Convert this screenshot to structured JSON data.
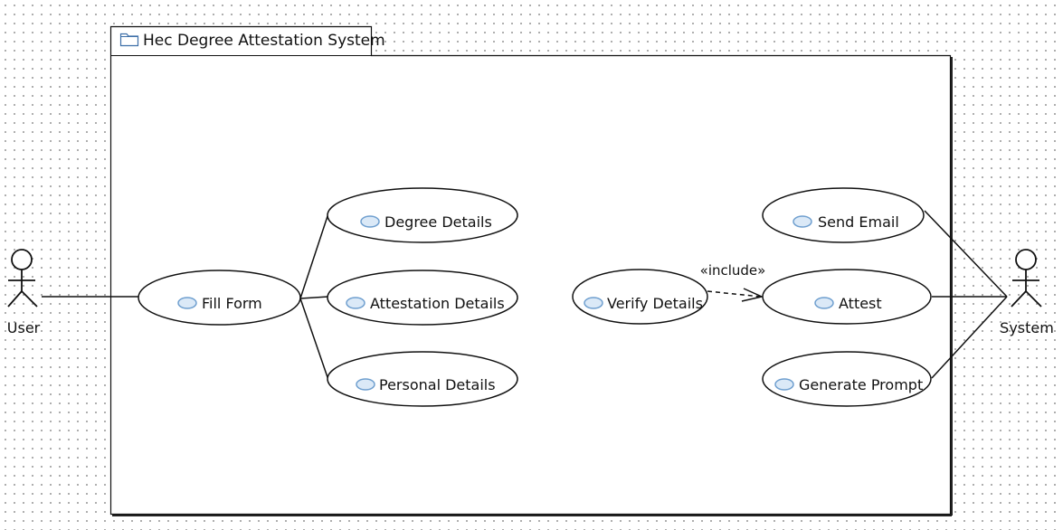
{
  "system": {
    "title": "Hec Degree Attestation System"
  },
  "actors": {
    "user": {
      "name": "User"
    },
    "system": {
      "name": "System"
    }
  },
  "use_cases": {
    "fill_form": "Fill Form",
    "degree_details": "Degree Details",
    "attestation_details": "Attestation Details",
    "personal_details": "Personal Details",
    "verify_details": "Verify Details",
    "send_email": "Send Email",
    "attest": "Attest",
    "generate_prompt": "Generate Prompt"
  },
  "relationships": {
    "include_label": "«include»"
  },
  "colors": {
    "usecase_icon_fill": "#dbe9f7",
    "usecase_icon_stroke": "#6f9fcf",
    "package_icon_stroke": "#3d6fa8"
  }
}
